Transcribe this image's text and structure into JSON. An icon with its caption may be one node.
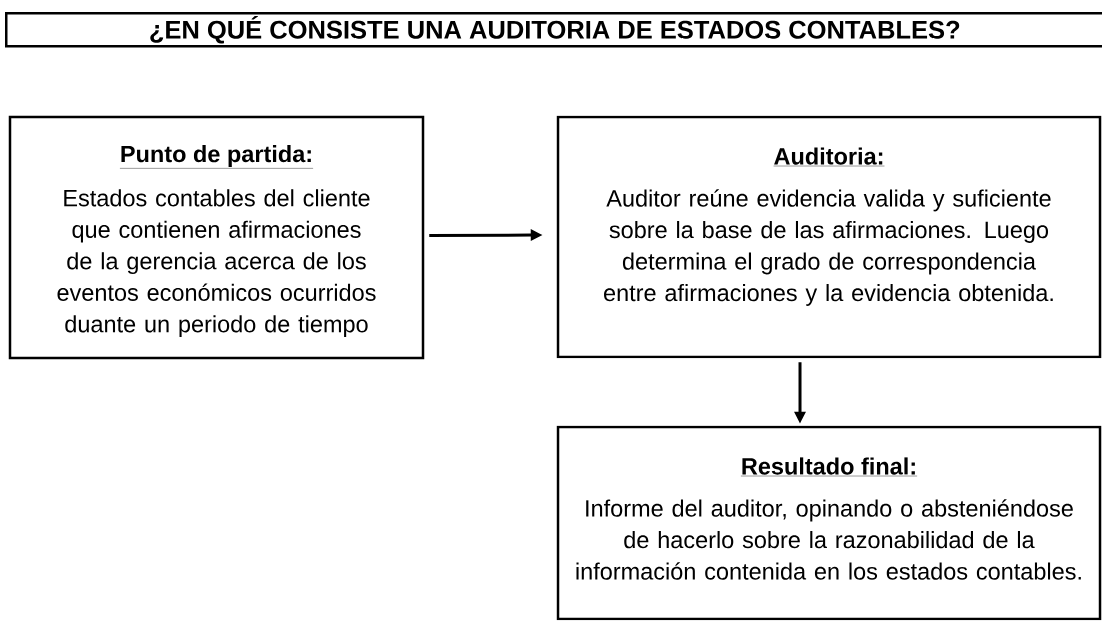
{
  "diagram": {
    "title": "¿EN QUÉ CONSISTE UNA AUDITORIA DE ESTADOS CONTABLES?",
    "nodes": [
      {
        "text": [
          "Punto de partida:",
          "Estados contables del cliente que contienen afirmaciones de la gerencia acerca de los eventos económicos ocurridos duante un periodo de tiempo"
        ]
      },
      {
        "text": [
          "Auditoria:",
          "Auditor reúne evidencia valida y suficiente sobre la base de las afirmaciones. Luego determina el grado de correspondencia entre afirmaciones y la evidencia obtenida."
        ]
      },
      {
        "text": [
          "Resultado final:",
          "Informe del auditor, opinando o absteniéndose de hacerlo sobre la razonabilidad de la información contenida en los estados contables."
        ]
      }
    ],
    "edges": [
      {
        "from": 0,
        "to": 1,
        "arrow": "to"
      },
      {
        "from": 1,
        "to": 2,
        "arrow": "to"
      }
    ]
  }
}
